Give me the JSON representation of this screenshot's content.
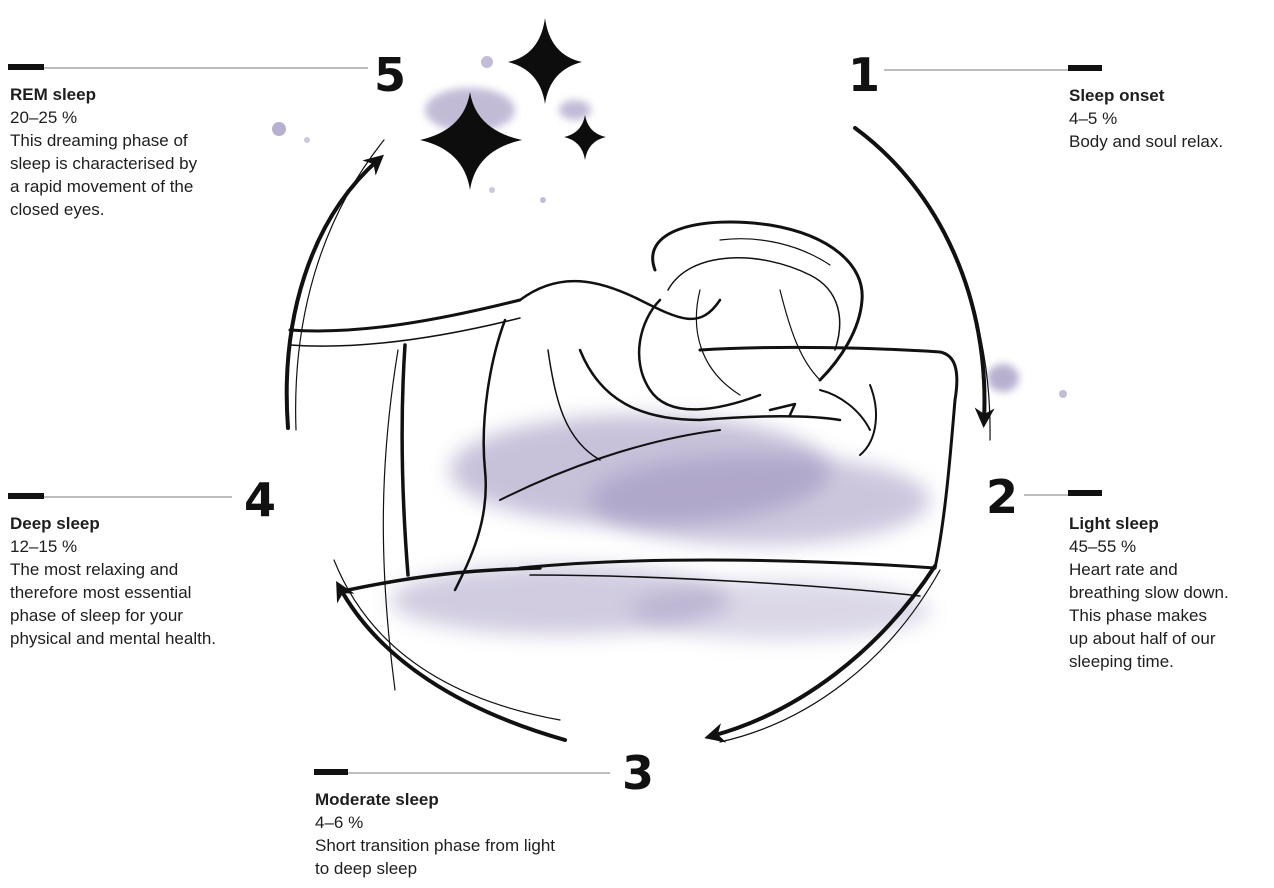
{
  "phases": [
    {
      "number": "1",
      "title": "Sleep onset",
      "percent": "4–5 %",
      "description": "Body and soul relax."
    },
    {
      "number": "2",
      "title": "Light sleep",
      "percent": "45–55 %",
      "description": "Heart rate and\nbreathing slow down.\nThis phase makes\nup about half of our\nsleeping time."
    },
    {
      "number": "3",
      "title": "Moderate sleep",
      "percent": "4–6 %",
      "description": "Short transition phase from light\nto deep sleep"
    },
    {
      "number": "4",
      "title": "Deep sleep",
      "percent": "12–15 %",
      "description": "The most relaxing and\ntherefore most essential\nphase of sleep for your\nphysical and mental health."
    },
    {
      "number": "5",
      "title": "REM sleep",
      "percent": "20–25 %",
      "description": "This dreaming phase of\nsleep is characterised by\na rapid movement of the\nclosed eyes."
    }
  ],
  "colors": {
    "ink": "#111111",
    "leader_line": "#bdbdbd",
    "watercolor": "#9a8fbc"
  },
  "icons": [
    "sparkle-icon",
    "sleeping-person-illustration",
    "cycle-arrow-icon"
  ]
}
